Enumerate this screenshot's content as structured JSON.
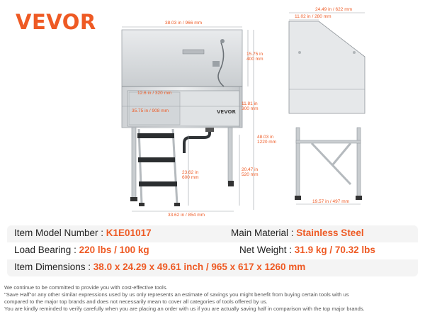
{
  "brand": {
    "logo": "VEVOR",
    "accent": "#ee5a24"
  },
  "dimensions": {
    "top_width": "38.03 in / 966 mm",
    "front_height": "15.75 in\n400 mm",
    "side_width": "24.49 in / 622 mm",
    "side_top": "11.02 in / 280 mm",
    "inner_small": "12.6 in / 320 mm",
    "inner_wide": "35.75 in / 908 mm",
    "basin_depth": "11.81 in\n300 mm",
    "total_height": "48.03 in\n1220 mm",
    "leg_height": "20.47 in\n520 mm",
    "stair_height": "23.62 in\n600 mm",
    "base_width": "33.62 in / 854 mm",
    "side_base": "19.57 in / 497 mm",
    "tub_badge": "VEVOR"
  },
  "specs": {
    "model_label": "Item Model Number : ",
    "model_value": "K1E01017",
    "material_label": "Main Material : ",
    "material_value": "Stainless Steel",
    "load_label": "Load Bearing : ",
    "load_value": "220 lbs / 100 kg",
    "weight_label": "Net Weight : ",
    "weight_value": "31.9 kg / 70.32 lbs",
    "dim_label": "Item Dimensions : ",
    "dim_value": "38.0 x 24.29 x 49.61 inch / 965 x 617 x 1260 mm"
  },
  "disclaimer": [
    "We continue to be committed to provide you with cost-effective tools.",
    "\"Save Half\"or any other similar expressions used by us only represents an estimate of savings you might benefit from buying certain tools with us",
    "compared to the major top brands and does not necessarily mean to cover all categories of tools offered by us.",
    "You are kindly reminded to verify carefully when you are placing an order with us if you are actually saving half in comparison with the top major brands."
  ]
}
